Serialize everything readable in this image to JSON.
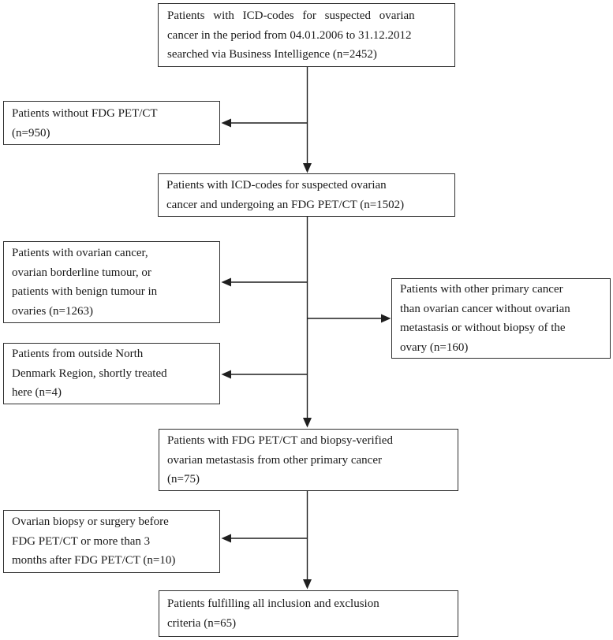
{
  "figure": {
    "type": "flowchart",
    "background_color": "#ffffff",
    "box_border_color": "#2e2e2e",
    "connector_color": "#1f1f1f",
    "text_color": "#1a1a1a"
  },
  "boxes": {
    "initial_cohort": {
      "lines": [
        "Patients with ICD-codes for suspected ovarian",
        "cancer in the period from 04.01.2006 to 31.12.2012",
        "searched via Business Intelligence (n=2452)"
      ],
      "n": 2452
    },
    "excluded_no_petct": {
      "lines": [
        "Patients without FDG PET/CT",
        "(n=950)"
      ],
      "n": 950
    },
    "petct_cohort": {
      "lines": [
        "Patients with ICD-codes for suspected ovarian",
        "cancer and undergoing an FDG PET/CT (n=1502)"
      ],
      "n": 1502
    },
    "excluded_ovarian_primary": {
      "lines": [
        "Patients with ovarian cancer,",
        "ovarian borderline tumour, or",
        "patients with benign tumour in",
        "ovaries (n=1263)"
      ],
      "n": 1263
    },
    "excluded_other_primary": {
      "lines": [
        "Patients with other primary cancer",
        "than ovarian cancer without ovarian",
        "metastasis or without biopsy of the",
        "ovary (n=160)"
      ],
      "n": 160
    },
    "excluded_outside_region": {
      "lines": [
        "Patients from outside North",
        "Denmark Region, shortly treated",
        "here (n=4)"
      ],
      "n": 4
    },
    "biopsy_verified_cohort": {
      "lines": [
        "Patients with FDG PET/CT and biopsy-verified",
        "ovarian metastasis from other primary cancer",
        "(n=75)"
      ],
      "n": 75
    },
    "excluded_biopsy_timing": {
      "lines": [
        "Ovarian biopsy or surgery before",
        "FDG PET/CT or more than 3",
        "months after FDG PET/CT (n=10)"
      ],
      "n": 10
    },
    "final_cohort": {
      "lines": [
        "Patients fulfilling all inclusion and exclusion",
        "criteria (n=65)"
      ],
      "n": 65
    }
  }
}
